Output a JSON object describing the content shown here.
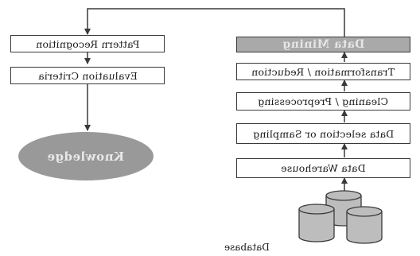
{
  "diagram": {
    "boxes": {
      "pattern_recognition": "Pattern Recognition",
      "evaluation_criteria": "Evaluation Criteria",
      "data_mining": "Data Mining",
      "transformation_reduction": "Transformation / Reduction",
      "cleaning_preprocessing": "Cleaning / Preprocessing",
      "data_selection_sampling": "Data selection or Sampling",
      "data_warehouse": "Data Warehouse"
    },
    "knowledge_label": "Knowledge",
    "database_caption": "Database",
    "colors": {
      "line": "#3a3a3a",
      "highlight_box_fill": "#a9a9a9",
      "oval_fill": "#999999",
      "cylinder_fill": "#bdbdbd"
    }
  }
}
